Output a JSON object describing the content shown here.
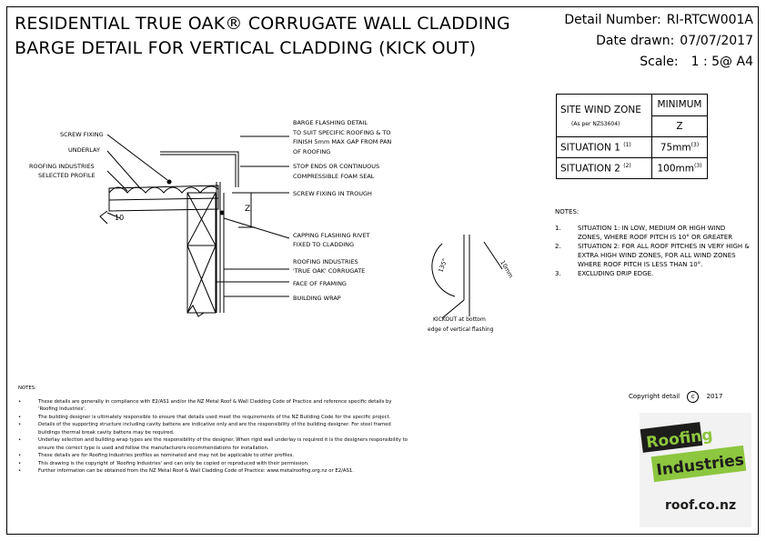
{
  "title": {
    "line1": "RESIDENTIAL TRUE OAK® CORRUGATE WALL CLADDING",
    "line2": "BARGE DETAIL FOR VERTICAL CLADDING (KICK OUT)"
  },
  "header": {
    "detail_label": "Detail Number:",
    "detail_value": "RI-RTCW001A",
    "date_label": "Date drawn:",
    "date_value": "07/07/2017",
    "scale_label": "Scale:",
    "scale_value": "1 : 5@ A4"
  },
  "wind_table": {
    "zone_label": "SITE WIND ZONE",
    "zone_sub": "(As per NZS3604)",
    "min_label": "MINIMUM",
    "z_label": "Z",
    "rows": [
      {
        "label": "SITUATION 1",
        "sup": "(1)",
        "value": "75mm",
        "vsup": "(3)"
      },
      {
        "label": "SITUATION 2",
        "sup": "(2)",
        "value": "100mm",
        "vsup": "(3)"
      }
    ]
  },
  "notes_right": {
    "title": "NOTES:",
    "items": [
      {
        "num": "1.",
        "text": "SITUATION 1: IN LOW, MEDIUM OR HIGH WIND ZONES, WHERE ROOF PITCH IS 10° OR GREATER"
      },
      {
        "num": "2.",
        "text": "SITUATION 2: FOR ALL ROOF PITCHES IN VERY HIGH & EXTRA HIGH WIND ZONES, FOR ALL WIND ZONES WHERE ROOF PITCH IS LESS THAN 10°."
      },
      {
        "num": "3.",
        "text": "EXCLUDING DRIP EDGE."
      }
    ]
  },
  "notes_bottom": {
    "title": "NOTES:",
    "items": [
      "These details are generally in compliance with E2/AS1 and/or the NZ Metal Roof & Wall Cladding Code of Practice and reference specific details by 'Roofing Industries'.",
      "The building designer is ultimately responsible to ensure that details used meet the requirements of the NZ Building Code for the specific project.",
      "Details of the supporting structure including cavity battens are indicative only and are the responsibility of the building designer. For steel framed buildings thermal break cavity battens may be required.",
      "Underlay selection and building wrap types are the responsibility of the designer. When rigid wall underlay is required it is the designers responsibility to ensure the correct type is used and follow the manufacturers recommendations for installation.",
      "These details are for Roofing Industries profiles as nominated and may not be applicable to other profiles.",
      "This drawing is the copyright of 'Roofing Industries' and can only be copied or reproduced with their permission.",
      "Further information can be obtained from the NZ Metal Roof & Wall Cladding Code of Practice: www.metalroofing.org.nz or E2/AS1."
    ]
  },
  "drawing_labels": {
    "screw_fixing": "SCREW FIXING",
    "underlay": "UNDERLAY",
    "roofing_profile_1": "ROOFING INDUSTRIES",
    "roofing_profile_2": "SELECTED PROFILE",
    "barge_1": "BARGE FLASHING DETAIL",
    "barge_2": "TO SUIT SPECIFIC ROOFING & TO",
    "barge_3": "FINISH 5mm MAX GAP FROM PAN",
    "barge_4": "OF ROOFING",
    "stop_1": "STOP ENDS OR CONTINUOUS",
    "stop_2": "COMPRESSIBLE FOAM SEAL",
    "screw_trough": "SCREW FIXING IN TROUGH",
    "capping_1": "CAPPING FLASHING RIVET",
    "capping_2": "FIXED TO CLADDING",
    "cladding_1": "ROOFING INDUSTRIES",
    "cladding_2": "'TRUE OAK' CORRUGATE",
    "face_framing": "FACE OF FRAMING",
    "building_wrap": "BUILDING WRAP",
    "dim_z": "Z",
    "dim_10": "10",
    "angle": "135°",
    "dim_10mm": "10mm",
    "kickout_1": "KICKOUT at bottom",
    "kickout_2": "edge of vertical flashing"
  },
  "copyright": {
    "text": "Copyright detail",
    "year": "2017"
  },
  "logo": {
    "word1": "Roofing",
    "word2": "Industries",
    "url": "roof.co.nz",
    "green": "#8dc63f",
    "dark": "#1d1d1b"
  }
}
